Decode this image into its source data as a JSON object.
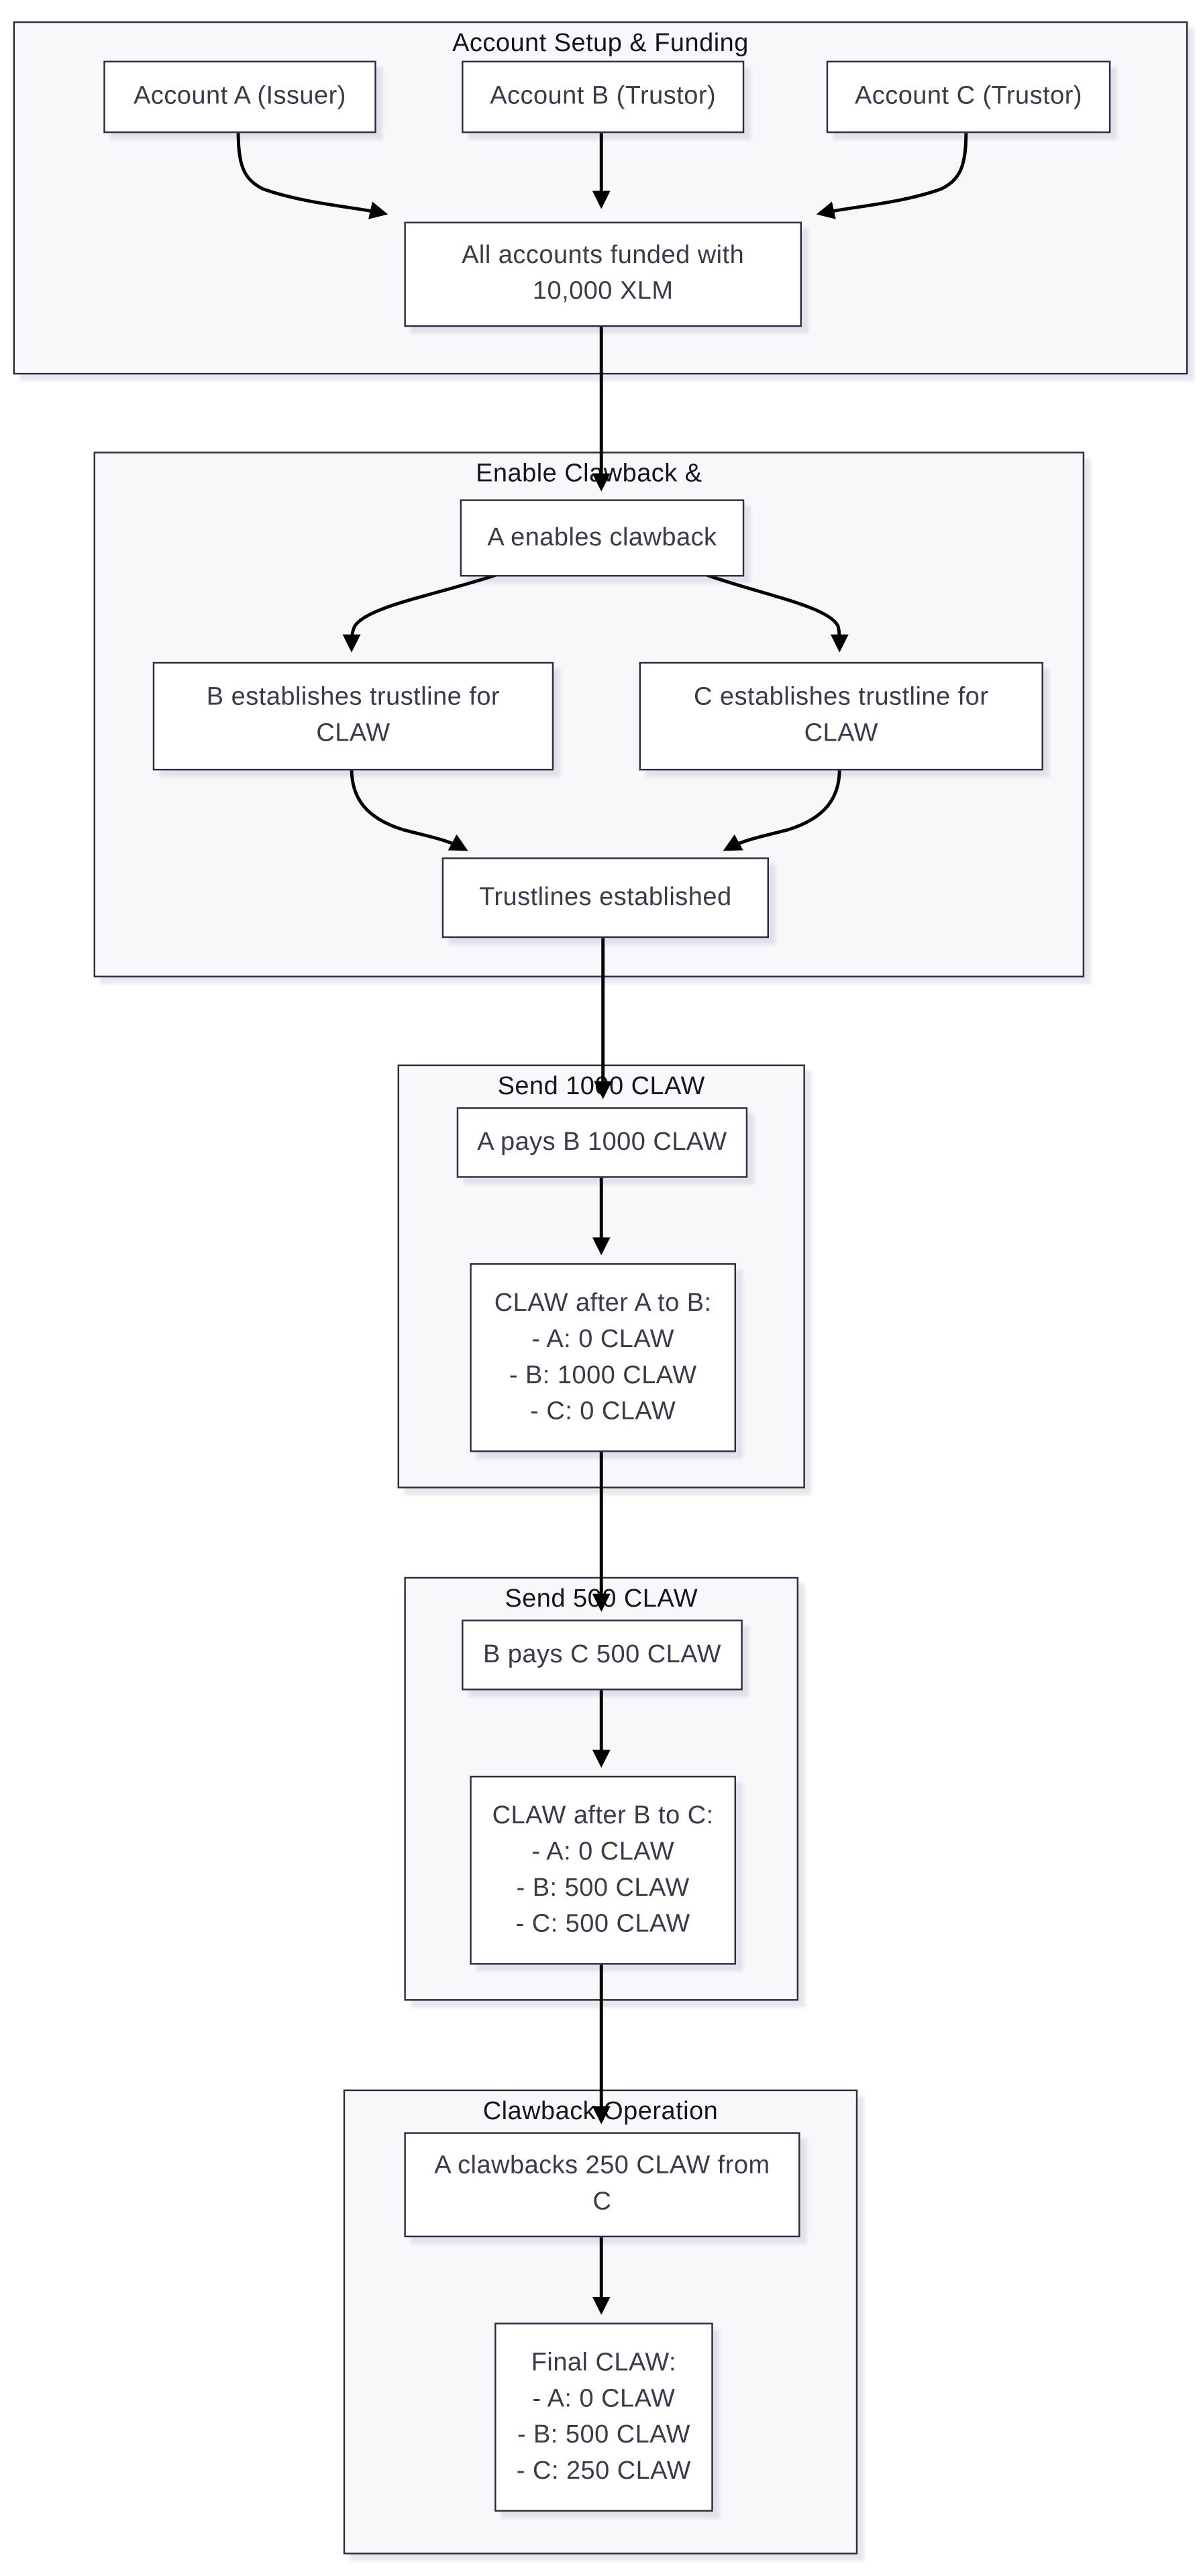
{
  "diagram": {
    "type": "flowchart",
    "colors": {
      "page_background": "#ffffff",
      "cluster_fill": "#f8f8fb",
      "node_fill": "#ffffff",
      "border": "#2c2c42",
      "edge": "#000000",
      "node_text": "#39394f",
      "title_text": "#15151f"
    },
    "sections": [
      {
        "title": "Account Setup & Funding",
        "nodes": [
          {
            "id": "account-a",
            "label": [
              "Account A (Issuer)"
            ]
          },
          {
            "id": "account-b",
            "label": [
              "Account B (Trustor)"
            ]
          },
          {
            "id": "account-c",
            "label": [
              "Account C (Trustor)"
            ]
          },
          {
            "id": "funded",
            "label": [
              "All accounts funded with",
              "10,000 XLM"
            ]
          }
        ]
      },
      {
        "title": "Enable Clawback &",
        "nodes": [
          {
            "id": "a-enables-clawback",
            "label": [
              "A enables clawback"
            ]
          },
          {
            "id": "b-trustline",
            "label": [
              "B establishes trustline for",
              "CLAW"
            ]
          },
          {
            "id": "c-trustline",
            "label": [
              "C establishes trustline for",
              "CLAW"
            ]
          },
          {
            "id": "trustlines-established",
            "label": [
              "Trustlines established"
            ]
          }
        ]
      },
      {
        "title": "Send 1000 CLAW",
        "nodes": [
          {
            "id": "a-pays-b",
            "label": [
              "A pays B 1000 CLAW"
            ]
          },
          {
            "id": "claw-after-a-to-b",
            "label": [
              "CLAW after A to B:",
              "- A: 0 CLAW",
              "- B: 1000 CLAW",
              "- C: 0 CLAW"
            ]
          }
        ]
      },
      {
        "title": "Send 500 CLAW",
        "nodes": [
          {
            "id": "b-pays-c",
            "label": [
              "B pays C 500 CLAW"
            ]
          },
          {
            "id": "claw-after-b-to-c",
            "label": [
              "CLAW after B to C:",
              "- A: 0 CLAW",
              "- B: 500 CLAW",
              "- C: 500 CLAW"
            ]
          }
        ]
      },
      {
        "title": "Clawback Operation",
        "nodes": [
          {
            "id": "a-clawbacks-250",
            "label": [
              "A clawbacks 250 CLAW from",
              "C"
            ]
          },
          {
            "id": "final-claw",
            "label": [
              "Final CLAW:",
              "- A: 0 CLAW",
              "- B: 500 CLAW",
              "- C: 250 CLAW"
            ]
          }
        ]
      }
    ],
    "edges": [
      {
        "from": "account-a",
        "to": "funded"
      },
      {
        "from": "account-b",
        "to": "funded"
      },
      {
        "from": "account-c",
        "to": "funded"
      },
      {
        "from": "funded",
        "to": "a-enables-clawback"
      },
      {
        "from": "a-enables-clawback",
        "to": "b-trustline"
      },
      {
        "from": "a-enables-clawback",
        "to": "c-trustline"
      },
      {
        "from": "b-trustline",
        "to": "trustlines-established"
      },
      {
        "from": "c-trustline",
        "to": "trustlines-established"
      },
      {
        "from": "trustlines-established",
        "to": "a-pays-b"
      },
      {
        "from": "a-pays-b",
        "to": "claw-after-a-to-b"
      },
      {
        "from": "claw-after-a-to-b",
        "to": "b-pays-c"
      },
      {
        "from": "b-pays-c",
        "to": "claw-after-b-to-c"
      },
      {
        "from": "claw-after-b-to-c",
        "to": "a-clawbacks-250"
      },
      {
        "from": "a-clawbacks-250",
        "to": "final-claw"
      }
    ]
  }
}
